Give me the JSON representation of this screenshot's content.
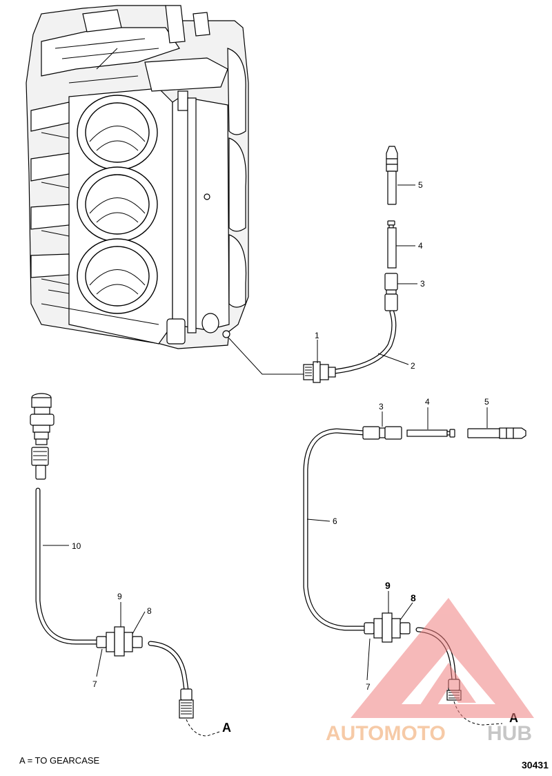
{
  "callouts": {
    "top": {
      "c1": "1",
      "c2": "2",
      "c3": "3",
      "c4": "4",
      "c5": "5"
    },
    "mid": {
      "c3": "3",
      "c4": "4",
      "c5": "5",
      "c6": "6"
    },
    "left": {
      "c7": "7",
      "c8": "8",
      "c9": "9",
      "c10": "10"
    },
    "right": {
      "c7": "7",
      "c8": "8",
      "c9": "9"
    }
  },
  "markers": {
    "a_left": "A",
    "a_right": "A"
  },
  "legend": "A = TO GEARCASE",
  "figure_number": "30431",
  "watermark": {
    "text_part1": "AUTOMOTO",
    "text_part2": "HUB",
    "color": "#f08080",
    "color2": "#bbbbbb"
  }
}
